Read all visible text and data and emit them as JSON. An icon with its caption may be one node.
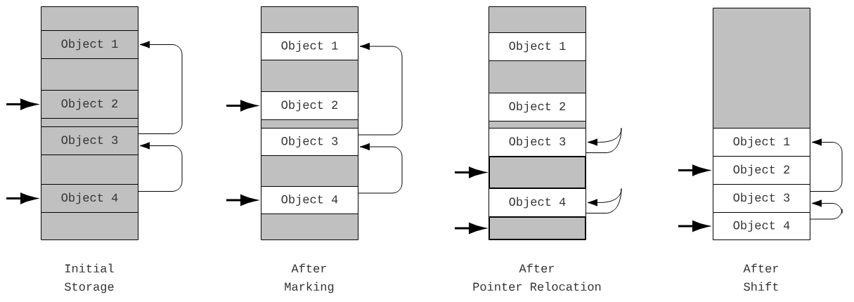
{
  "diagram": {
    "nodes": [
      {
        "text": [
          "Initial Storage"
        ]
      },
      {
        "text": [
          "Object 1"
        ],
        "in": 0
      },
      {
        "text": [
          "Object 2"
        ],
        "in": 0
      },
      {
        "text": [
          "Object 3"
        ],
        "in": 0
      },
      {
        "text": [
          "Object 4"
        ],
        "in": 0
      },
      {
        "text": [
          "After Marking"
        ]
      },
      {
        "text": [
          "Object 1"
        ],
        "in": 5
      },
      {
        "text": [
          "Object 2"
        ],
        "in": 5
      },
      {
        "text": [
          "Object 3"
        ],
        "in": 5
      },
      {
        "text": [
          "Object 4"
        ],
        "in": 5
      },
      {
        "text": [
          "After Pointer Relocation"
        ]
      },
      {
        "text": [
          "Object 1"
        ],
        "in": 10
      },
      {
        "text": [
          "Object 2"
        ],
        "in": 10
      },
      {
        "text": [
          "Object 3"
        ],
        "in": 10
      },
      {
        "text": [],
        "shape": "box",
        "in": 10
      },
      {
        "text": [
          "Object 4"
        ],
        "in": 10
      },
      {
        "text": [],
        "shape": "box",
        "in": 10
      },
      {
        "text": [
          "After Shift"
        ]
      },
      {
        "text": [
          "Object 1"
        ],
        "in": 17
      },
      {
        "text": [
          "Object 2"
        ],
        "in": 17
      },
      {
        "text": [
          "Object 3"
        ],
        "in": 17
      },
      {
        "text": [
          "Object 4"
        ],
        "in": 17
      }
    ],
    "edges": [
      {
        "from": null,
        "to": 2,
        "arrow": "to",
        "style": "thick"
      },
      {
        "from": null,
        "to": 4,
        "arrow": "to",
        "style": "thick"
      },
      {
        "from": 3,
        "to": 1,
        "arrow": "to"
      },
      {
        "from": 4,
        "to": 3,
        "arrow": "to"
      },
      {
        "from": null,
        "to": 7,
        "arrow": "to",
        "style": "thick"
      },
      {
        "from": null,
        "to": 9,
        "arrow": "to",
        "style": "thick"
      },
      {
        "from": 8,
        "to": 6,
        "arrow": "to"
      },
      {
        "from": 9,
        "to": 8,
        "arrow": "to"
      },
      {
        "from": null,
        "to": 14,
        "arrow": "to",
        "style": "thick"
      },
      {
        "from": null,
        "to": 16,
        "arrow": "to",
        "style": "thick"
      },
      {
        "from": 13,
        "to": 13,
        "arrow": "to"
      },
      {
        "from": 15,
        "to": 15,
        "arrow": "to"
      },
      {
        "from": null,
        "to": 19,
        "arrow": "to",
        "style": "thick"
      },
      {
        "from": null,
        "to": 21,
        "arrow": "to",
        "style": "thick"
      },
      {
        "from": 20,
        "to": 18,
        "arrow": "to"
      },
      {
        "from": 21,
        "to": 20,
        "arrow": "to"
      }
    ]
  }
}
